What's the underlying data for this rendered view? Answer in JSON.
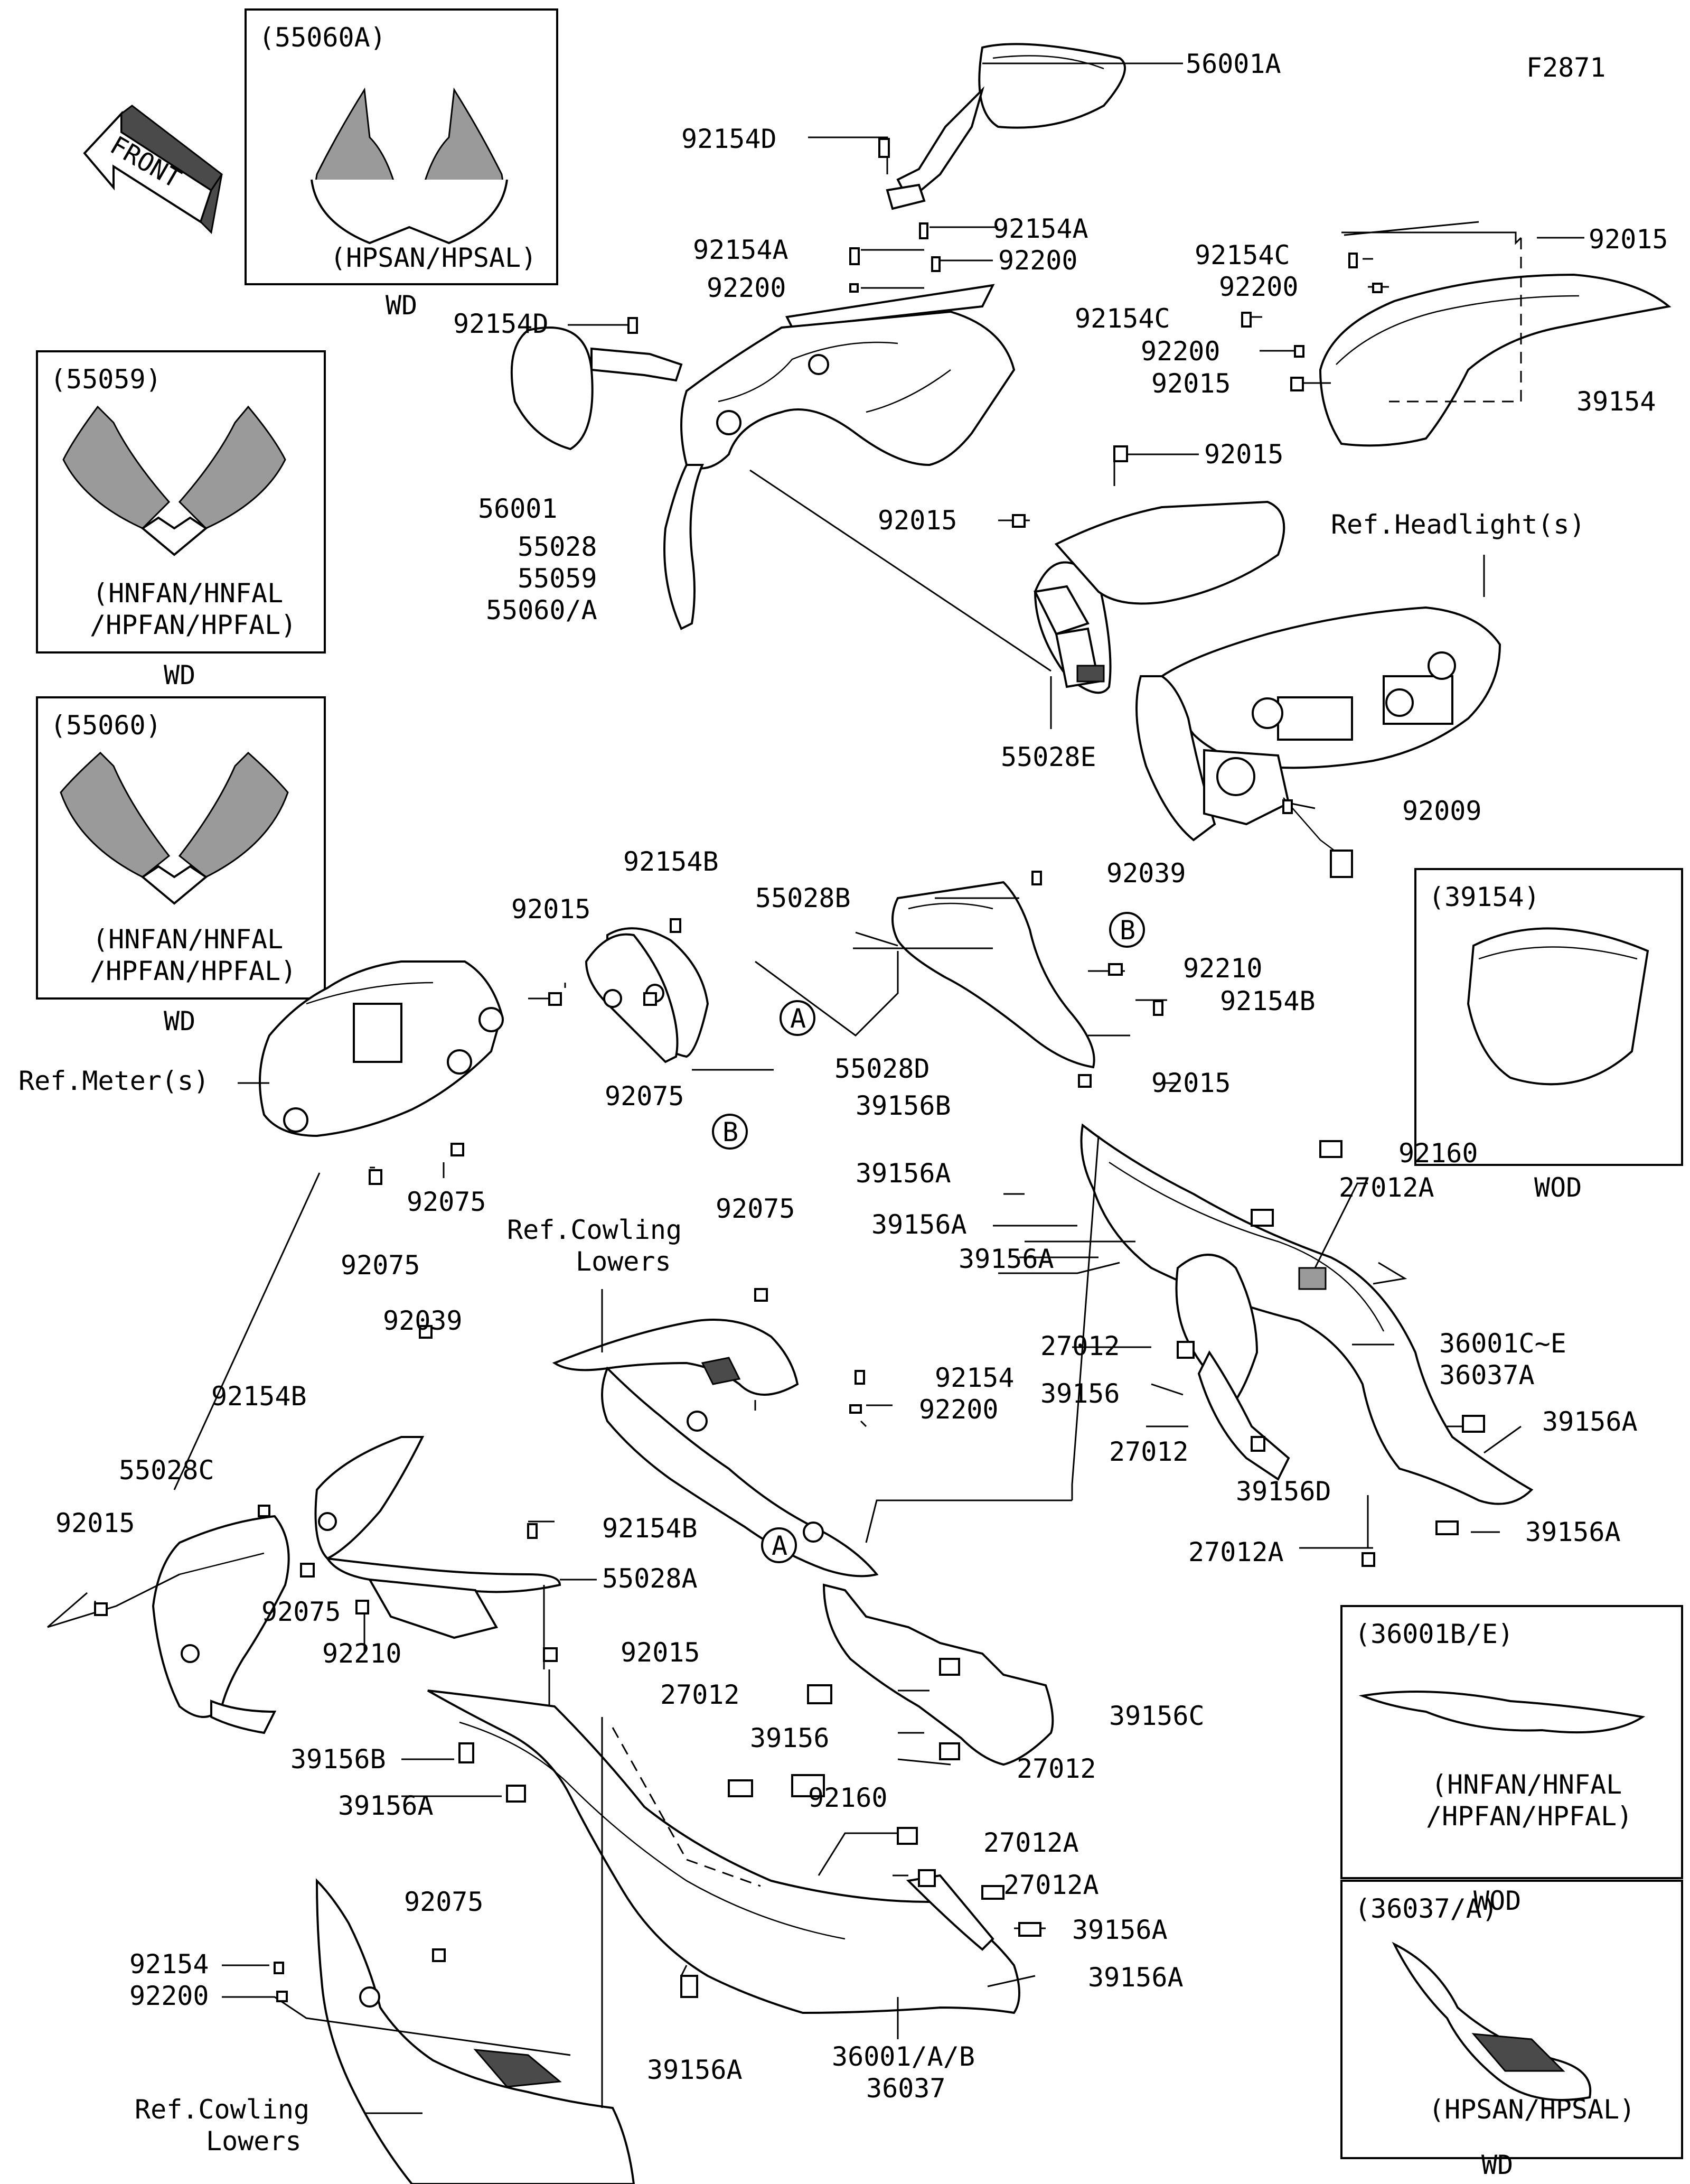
{
  "diagram_code": "F2871",
  "front_arrow": "FRONT",
  "insets": [
    {
      "part": "(55060A)",
      "variant": "(HPSAN/HPSAL)",
      "tag": "WD"
    },
    {
      "part": "(55059)",
      "variant_1": "(HNFAN/HNFAL",
      "variant_2": "/HPFAN/HPFAL)",
      "tag": "WD"
    },
    {
      "part": "(55060)",
      "variant_1": "(HNFAN/HNFAL",
      "variant_2": "/HPFAN/HPFAL)",
      "tag": "WD"
    },
    {
      "part": "(39154)",
      "tag": "WOD"
    },
    {
      "part": "(36001B/E)",
      "variant_1": "(HNFAN/HNFAL",
      "variant_2": "/HPFAN/HPFAL)",
      "tag": "WOD"
    },
    {
      "part": "(36037/A)",
      "variant": "(HPSAN/HPSAL)",
      "tag": "WD"
    }
  ],
  "callouts": {
    "A": "A",
    "B": "B"
  },
  "labels": {
    "l01": "56001A",
    "l02": "92154D",
    "l03": "92154A",
    "l04": "92154A",
    "l05": "92200",
    "l06": "92200",
    "l07": "92154C",
    "l08": "92015",
    "l09": "92200",
    "l10": "92154D",
    "l11": "92154C",
    "l12": "92200",
    "l13": "39154",
    "l14": "92015",
    "l15": "56001",
    "l16": "92015",
    "l17": "55028",
    "l18": "55059",
    "l19": "55060/A",
    "l20": "92015",
    "l21": "Ref.Headlight(s)",
    "l22": "55028E",
    "l23": "92009",
    "l24": "92154B",
    "l25": "55028B",
    "l26": "92039",
    "l27": "92015",
    "l28": "92210",
    "l29": "92154B",
    "l30": "Ref.Meter(s)",
    "l31": "92075",
    "l32": "55028D",
    "l33": "92015",
    "l34": "39156B",
    "l35": "39156A",
    "l36": "92160",
    "l37": "92075",
    "l38": "39156A",
    "l39": "27012A",
    "l40": "92075",
    "l41": "39156A",
    "l42": "Ref.Cowling",
    "l43": "Lowers",
    "l44": "92075",
    "l45": "27012",
    "l46": "36001C~E",
    "l47": "36037A",
    "l48": "92039",
    "l49": "92154",
    "l50": "39156",
    "l51": "92200",
    "l52": "39156A",
    "l53": "92154B",
    "l54": "27012",
    "l55": "55028C",
    "l56": "39156D",
    "l57": "92015",
    "l58": "92154B",
    "l59": "27012A",
    "l60": "39156A",
    "l61": "55028A",
    "l62": "92075",
    "l63": "92015",
    "l64": "92210",
    "l65": "39156C",
    "l66": "27012",
    "l67": "39156",
    "l68": "27012",
    "l69": "39156B",
    "l70": "39156A",
    "l71": "92160",
    "l72": "27012A",
    "l73": "27012A",
    "l74": "92075",
    "l75": "39156A",
    "l76": "92154",
    "l77": "39156A",
    "l78": "92200",
    "l79": "39156A",
    "l80": "36001/A/B",
    "l81": "Ref.Cowling",
    "l82": "36037",
    "l83": "Lowers"
  }
}
